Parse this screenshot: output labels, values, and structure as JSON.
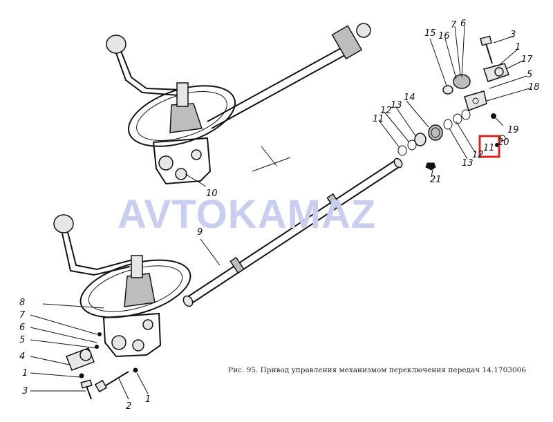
{
  "watermark": "AVTOKAMAZ",
  "caption": "Рис. 95. Привод управления механизмом переключения передач 14.1703006",
  "highlight_color": "#e0201a",
  "callouts": {
    "c3_tr": "3",
    "c1_tr": "1",
    "c17": "17",
    "c5_tr": "5",
    "c18": "18",
    "c19": "19",
    "c20": "20",
    "c11_hl": "11",
    "c12_r": "12",
    "c13_r": "13",
    "c7_tr": "7",
    "c6_tr": "6",
    "c16": "16",
    "c15": "15",
    "c14": "14",
    "c13_l": "13",
    "c12_l": "12",
    "c11_l": "11",
    "c21": "21",
    "c10": "10",
    "c9": "9",
    "c8": "8",
    "c7_l": "7",
    "c6_l": "6",
    "c5_l": "5",
    "c4": "4",
    "c1_l": "1",
    "c3_l": "3",
    "c2": "2",
    "c1_b": "1"
  }
}
